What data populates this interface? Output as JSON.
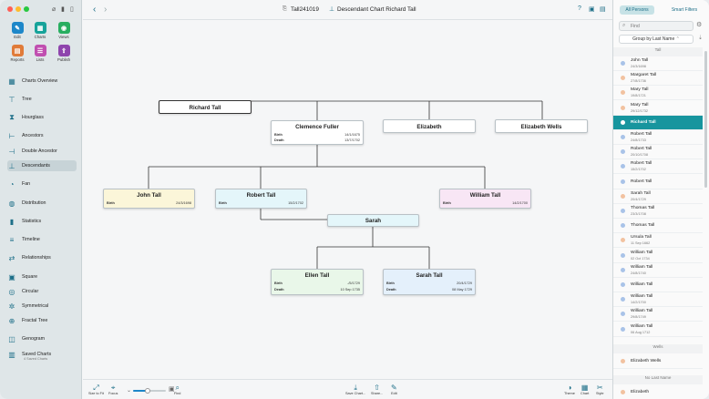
{
  "window": {
    "traffic_colors": [
      "#ff5f57",
      "#febc2e",
      "#28c840"
    ]
  },
  "toolbar": {
    "file_title": "Tall241019",
    "chart_title": "Descendant Chart Richard Tall",
    "help": "?"
  },
  "tools": [
    {
      "label": "Edit",
      "color": "#1d87c9",
      "glyph": "✎",
      "icon": "edit-icon"
    },
    {
      "label": "Charts",
      "color": "#16a39a",
      "glyph": "▦",
      "icon": "charts-icon"
    },
    {
      "label": "Views",
      "color": "#27ae60",
      "glyph": "◉",
      "icon": "views-icon"
    },
    {
      "label": "Reports",
      "color": "#e07b39",
      "glyph": "▤",
      "icon": "reports-icon"
    },
    {
      "label": "Lists",
      "color": "#c04fb0",
      "glyph": "☰",
      "icon": "lists-icon"
    },
    {
      "label": "Publish",
      "color": "#8e44ad",
      "glyph": "⇪",
      "icon": "publish-icon"
    }
  ],
  "nav": [
    {
      "label": "Charts Overview",
      "glyph": "▦",
      "icon": "charts-overview-icon"
    },
    {
      "label": "Tree",
      "glyph": "⊤",
      "icon": "tree-icon"
    },
    {
      "label": "Hourglass",
      "glyph": "⧗",
      "icon": "hourglass-icon"
    },
    {
      "label": "Ancestors",
      "glyph": "⊢",
      "icon": "ancestors-icon"
    },
    {
      "label": "Double Ancestor",
      "glyph": "⊣",
      "icon": "double-ancestor-icon"
    },
    {
      "label": "Descendants",
      "glyph": "⊥",
      "icon": "descendants-icon",
      "selected": true
    },
    {
      "label": "Fan",
      "glyph": "◔",
      "icon": "fan-icon"
    },
    {
      "label": "Distribution",
      "glyph": "◍",
      "icon": "distribution-icon"
    },
    {
      "label": "Statistics",
      "glyph": "▮",
      "icon": "statistics-icon"
    },
    {
      "label": "Timeline",
      "glyph": "≡",
      "icon": "timeline-icon"
    },
    {
      "label": "Relationships",
      "glyph": "⇄",
      "icon": "relationships-icon"
    },
    {
      "label": "Square",
      "glyph": "▣",
      "icon": "square-icon"
    },
    {
      "label": "Circular",
      "glyph": "◎",
      "icon": "circular-icon"
    },
    {
      "label": "Symmetrical",
      "glyph": "✲",
      "icon": "symmetrical-icon"
    },
    {
      "label": "Fractal Tree",
      "glyph": "⊕",
      "icon": "fractal-tree-icon"
    },
    {
      "label": "Genogram",
      "glyph": "◫",
      "icon": "genogram-icon"
    },
    {
      "label": "Saved Charts",
      "glyph": "▥",
      "icon": "saved-charts-icon",
      "sub": "4 Saved Charts"
    }
  ],
  "chart": {
    "root": {
      "name": "Richard Tall"
    },
    "clemence": {
      "name": "Clemence Fuller",
      "birth_label": "Birth",
      "birth": "14/1/1675",
      "death_label": "Death",
      "death": "13/7/1702"
    },
    "elizabeth": {
      "name": "Elizabeth"
    },
    "elizabeth_wells": {
      "name": "Elizabeth Wells"
    },
    "john": {
      "name": "John Tall",
      "birth_label": "Birth",
      "birth": "24/3/1698"
    },
    "robert": {
      "name": "Robert Tall",
      "birth_label": "Birth",
      "birth": "15/2/1702"
    },
    "william": {
      "name": "William Tall",
      "birth_label": "Birth",
      "birth": "14/2/1700"
    },
    "sarah": {
      "name": "Sarah"
    },
    "ellen": {
      "name": "Ellen Tall",
      "birth_label": "Birth",
      "birth": "-/5/1729",
      "death_label": "Death",
      "death": "10 Sep 1735"
    },
    "sarah_tall": {
      "name": "Sarah Tall",
      "birth_label": "Birth",
      "birth": "20/4/1729",
      "death_label": "Death",
      "death": "08 May 1729"
    }
  },
  "bottom": [
    {
      "label": "Size to Fit",
      "glyph": "⤢",
      "icon": "size-to-fit-icon"
    },
    {
      "label": "Focus",
      "glyph": "⌖",
      "icon": "focus-icon"
    },
    {
      "label": "Find",
      "glyph": "⌕",
      "icon": "find-icon"
    },
    {
      "label": "Save Chart...",
      "glyph": "⤓",
      "icon": "save-chart-icon"
    },
    {
      "label": "Share...",
      "glyph": "⇧",
      "icon": "share-icon"
    },
    {
      "label": "Edit",
      "glyph": "✎",
      "icon": "edit-chart-icon"
    },
    {
      "label": "Theme",
      "glyph": "◑",
      "icon": "theme-icon"
    },
    {
      "label": "Chart",
      "glyph": "▦",
      "icon": "chart-icon"
    },
    {
      "label": "Style",
      "glyph": "✂",
      "icon": "style-icon"
    }
  ],
  "right": {
    "tab_all": "All Persons",
    "tab_smart": "Smart Filters",
    "find_placeholder": "Find",
    "group_by": "Group by Last Name",
    "group_tall": "Tall",
    "group_wells": "Wells",
    "group_none": "No Last Name",
    "persons": [
      {
        "name": "John Tall",
        "date": "24/3/1698",
        "color": "#a9c3e8"
      },
      {
        "name": "Margaret Tall",
        "date": "27/8/1736",
        "color": "#f2c2a0"
      },
      {
        "name": "Mary Tall",
        "date": "19/8/1721",
        "color": "#f2c2a0"
      },
      {
        "name": "Mary Tall",
        "date": "29/12/1732",
        "color": "#f2c2a0"
      },
      {
        "name": "Richard Tall",
        "date": "",
        "color": "#a9c3e8",
        "selected": true
      },
      {
        "name": "Robert Tall",
        "date": "24/8/1733",
        "color": "#a9c3e8"
      },
      {
        "name": "Robert Tall",
        "date": "20/10/1708",
        "color": "#a9c3e8"
      },
      {
        "name": "Robert Tall",
        "date": "15/2/1702",
        "color": "#a9c3e8"
      },
      {
        "name": "Robert Tall",
        "date": "",
        "color": "#a9c3e8"
      },
      {
        "name": "Sarah Tall",
        "date": "20/4/1729",
        "color": "#f2c2a0"
      },
      {
        "name": "Thomas Tall",
        "date": "23/3/1708",
        "color": "#a9c3e8"
      },
      {
        "name": "Thomas Tall",
        "date": "",
        "color": "#a9c3e8"
      },
      {
        "name": "Ursula Tall",
        "date": "11 Sep 1662",
        "color": "#f2c2a0"
      },
      {
        "name": "William Tall",
        "date": "02 Oct 1734",
        "color": "#a9c3e8"
      },
      {
        "name": "William Tall",
        "date": "24/8/1740",
        "color": "#a9c3e8"
      },
      {
        "name": "William Tall",
        "date": "",
        "color": "#a9c3e8"
      },
      {
        "name": "William Tall",
        "date": "14/2/1700",
        "color": "#a9c3e8"
      },
      {
        "name": "William Tall",
        "date": "29/8/1749",
        "color": "#a9c3e8"
      },
      {
        "name": "William Tall",
        "date": "06 Aug 1712",
        "color": "#a9c3e8"
      }
    ],
    "wells": {
      "name": "Elizabeth Wells",
      "color": "#f2c2a0"
    },
    "noname": {
      "name": "Elizabeth",
      "color": "#f2c2a0"
    }
  }
}
